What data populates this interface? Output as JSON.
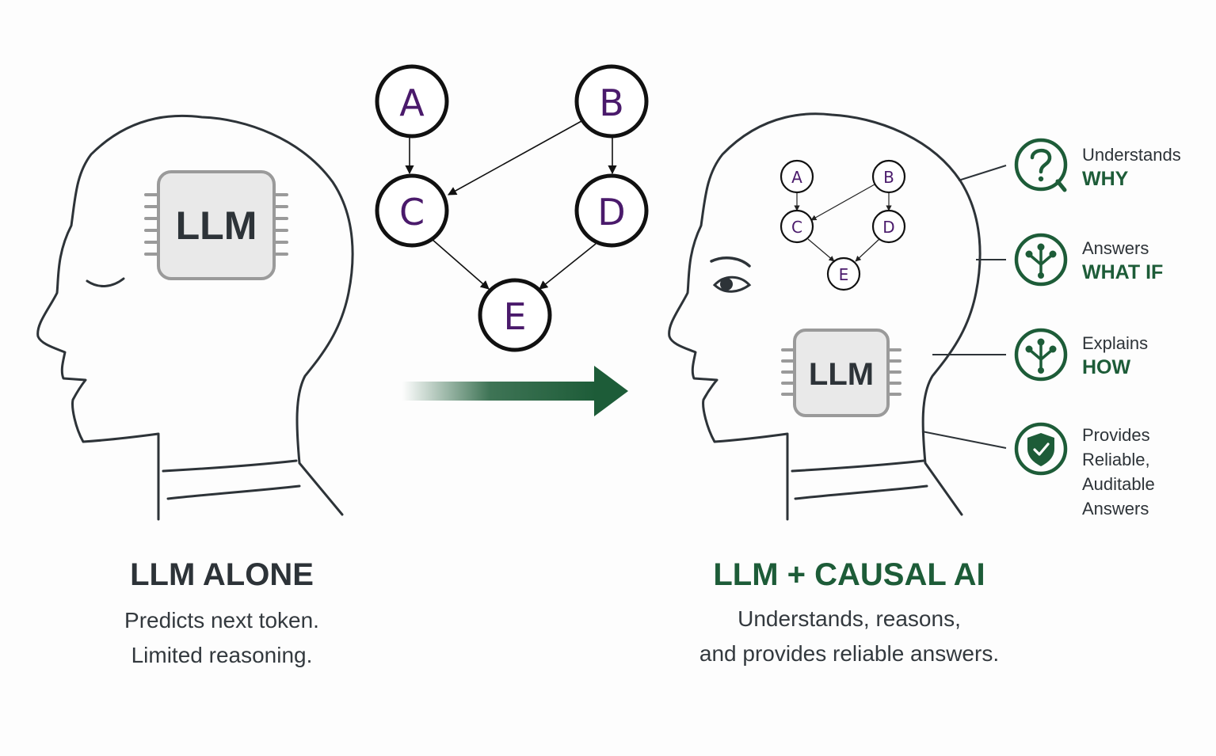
{
  "left_panel": {
    "chip_label": "LLM",
    "title": "LLM ALONE",
    "subtitle_lines": [
      "Predicts next token.",
      "Limited reasoning."
    ]
  },
  "causal_graph": {
    "nodes": [
      "A",
      "B",
      "C",
      "D",
      "E"
    ],
    "edges": [
      [
        "A",
        "C"
      ],
      [
        "B",
        "C"
      ],
      [
        "B",
        "D"
      ],
      [
        "C",
        "E"
      ],
      [
        "D",
        "E"
      ]
    ]
  },
  "right_panel": {
    "chip_label": "LLM",
    "title": "LLM + CAUSAL AI",
    "subtitle_lines": [
      "Understands, reasons,",
      "and provides reliable answers."
    ],
    "features": [
      {
        "icon": "question-magnifier-icon",
        "text": "Understands",
        "accent": "WHY"
      },
      {
        "icon": "branching-tree-icon",
        "text": "Answers",
        "accent": "WHAT IF"
      },
      {
        "icon": "branching-tree-icon",
        "text": "Explains",
        "accent": "HOW"
      },
      {
        "icon": "shield-check-icon",
        "text_lines": [
          "Provides",
          "Reliable,",
          "Auditable",
          "Answers"
        ]
      }
    ]
  },
  "colors": {
    "accent_green": "#1d5c38",
    "outline": "#2d3338",
    "node_text": "#4a1a6b",
    "chip_fill": "#e9e9e9"
  }
}
